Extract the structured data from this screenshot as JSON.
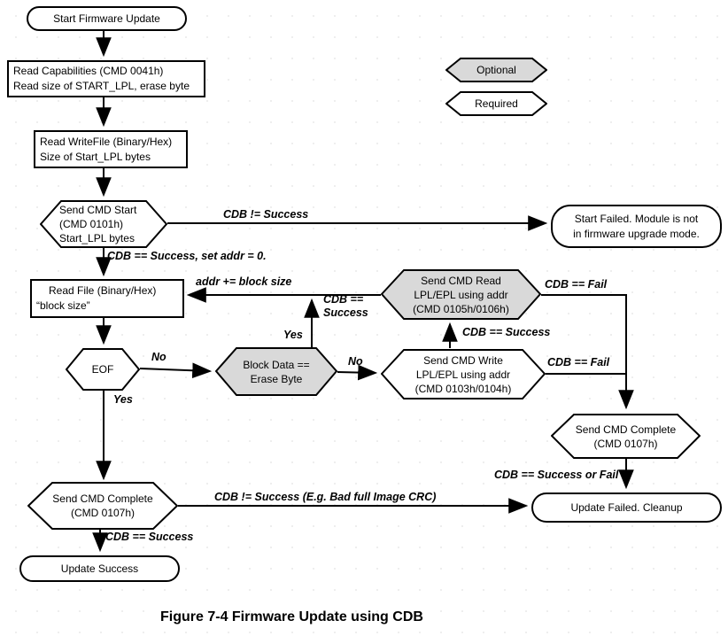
{
  "figure": {
    "caption": "Figure 7-4 Firmware Update using CDB"
  },
  "colors": {
    "optional_fill": "#d9d9d9",
    "required_fill": "#ffffff",
    "line": "#000000"
  },
  "legend": {
    "optional_label": "Optional",
    "required_label": "Required"
  },
  "nodes": {
    "start": {
      "label": "Start Firmware Update"
    },
    "read_capabilities": {
      "line1": "Read Capabilities (CMD 0041h)",
      "line2": "Read size of START_LPL, erase byte"
    },
    "read_writefile": {
      "line1": "Read WriteFile (Binary/Hex)",
      "line2": "Size of Start_LPL bytes"
    },
    "send_cmd_start": {
      "line1": "Send CMD Start",
      "line2": "(CMD 0101h)",
      "line3": "Start_LPL bytes"
    },
    "start_failed": {
      "line1": "Start Failed. Module is not",
      "line2": "in firmware upgrade mode."
    },
    "read_file": {
      "line1": "Read File (Binary/Hex)",
      "line2": "“block size”"
    },
    "send_cmd_read": {
      "line1": "Send CMD Read",
      "line2": "LPL/EPL using addr",
      "line3": "(CMD 0105h/0106h)"
    },
    "eof": {
      "label": "EOF"
    },
    "block_data": {
      "line1": "Block Data ==",
      "line2": "Erase Byte"
    },
    "send_cmd_write": {
      "line1": "Send CMD Write",
      "line2": "LPL/EPL using addr",
      "line3": "(CMD 0103h/0104h)"
    },
    "send_cmd_complete_right": {
      "line1": "Send CMD Complete",
      "line2": "(CMD 0107h)"
    },
    "update_failed": {
      "label": "Update Failed. Cleanup"
    },
    "send_cmd_complete_left": {
      "line1": "Send CMD Complete",
      "line2": "(CMD 0107h)"
    },
    "update_success": {
      "label": "Update Success"
    }
  },
  "edge_labels": {
    "cdb_ne_success": "CDB != Success",
    "cdb_eq_success_set_addr": "CDB == Success, set addr = 0.",
    "addr_plus_block": "addr += block size",
    "cdb_eq_success_line1": "CDB ==",
    "cdb_eq_success_line2": "Success",
    "yes_block": "Yes",
    "no_eof": "No",
    "no_block": "No",
    "cdb_eq_fail_read": "CDB == Fail",
    "cdb_eq_success_write": "CDB == Success",
    "cdb_eq_fail_write": "CDB == Fail",
    "yes_eof": "Yes",
    "cdb_success_or_fail": "CDB == Success or Fail",
    "cdb_ne_success_crc": "CDB != Success (E.g. Bad full Image CRC)",
    "cdb_eq_success_complete": "CDB == Success"
  }
}
